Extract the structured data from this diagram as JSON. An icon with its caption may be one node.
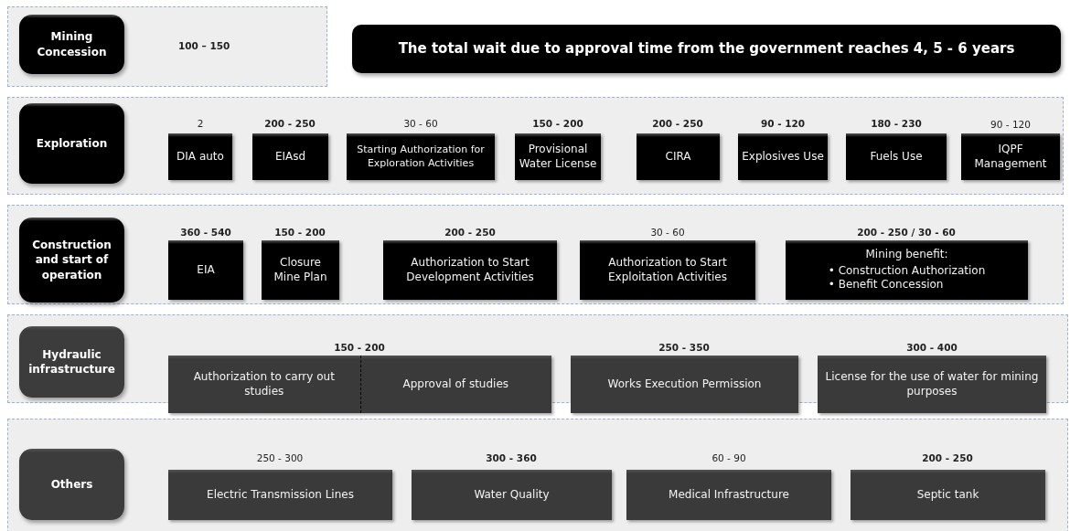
{
  "diagram": {
    "nodes": [
      {
        "text": [],
        "shape": "box"
      },
      {
        "text": [
          "Mining Concession"
        ],
        "in": 0
      },
      {
        "text": [
          "The total wait due to approval time from the government reaches 4, 5 - 6 years"
        ]
      },
      {
        "text": [],
        "shape": "box"
      },
      {
        "text": [
          "Exploration"
        ],
        "in": 3
      },
      {
        "text": [
          "DIA auto"
        ],
        "in": 3,
        "beside": [
          "2"
        ]
      },
      {
        "text": [
          "EIAsd"
        ],
        "in": 3,
        "beside": [
          "200 - 250"
        ]
      },
      {
        "text": [
          "Starting Authorization for Exploration Activities"
        ],
        "in": 3,
        "beside": [
          "30 - 60"
        ]
      },
      {
        "text": [
          "Provisional Water License"
        ],
        "in": 3,
        "beside": [
          "150 - 200"
        ]
      },
      {
        "text": [
          "CIRA"
        ],
        "in": 3,
        "beside": [
          "200 - 250"
        ]
      },
      {
        "text": [
          "Explosives Use"
        ],
        "in": 3,
        "beside": [
          "90 - 120"
        ]
      },
      {
        "text": [
          "Fuels Use"
        ],
        "in": 3,
        "beside": [
          "180 - 230"
        ]
      },
      {
        "text": [
          "IQPF Management"
        ],
        "in": 3,
        "beside": [
          "90 - 120"
        ]
      },
      {
        "text": [],
        "shape": "box"
      },
      {
        "text": [
          "Construction and start of operation"
        ],
        "in": 13
      },
      {
        "text": [
          "EIA"
        ],
        "in": 13,
        "beside": [
          "360 - 540"
        ]
      },
      {
        "text": [
          "Closure Mine Plan"
        ],
        "in": 13,
        "beside": [
          "150 - 200"
        ]
      },
      {
        "text": [
          "Authorization to Start Development Activities"
        ],
        "in": 13,
        "beside": [
          "200 - 250"
        ]
      },
      {
        "text": [
          "Authorization to Start Exploitation Activities"
        ],
        "in": 13,
        "beside": [
          "30 - 60"
        ]
      },
      {
        "text": [
          "Mining benefit:",
          "• Construction Authorization",
          "• Benefit Concession"
        ],
        "in": 13,
        "beside": [
          "200 - 250 / 30 - 60"
        ]
      },
      {
        "text": [],
        "shape": "box"
      },
      {
        "text": [
          "Hydraulic infrastructure"
        ],
        "in": 20
      },
      {
        "text": [
          "Authorization to carry out studies",
          "Approval of studies"
        ],
        "in": 20,
        "beside": [
          "150 - 200"
        ]
      },
      {
        "text": [
          "Works Execution Permission"
        ],
        "in": 20,
        "beside": [
          "250 - 350"
        ]
      },
      {
        "text": [
          "License for the use of water for mining purposes"
        ],
        "in": 20,
        "beside": [
          "300 - 400"
        ]
      },
      {
        "text": [],
        "shape": "box"
      },
      {
        "text": [
          "Others"
        ],
        "in": 25
      },
      {
        "text": [
          "Electric Transmission Lines"
        ],
        "in": 25,
        "beside": [
          "250 - 300"
        ]
      },
      {
        "text": [
          "Water Quality"
        ],
        "in": 25,
        "beside": [
          "300 - 360"
        ]
      },
      {
        "text": [
          "Medical Infrastructure"
        ],
        "in": 25,
        "beside": [
          "60 - 90"
        ]
      },
      {
        "text": [
          "Septic tank"
        ],
        "in": 25,
        "beside": [
          "200 - 250"
        ]
      }
    ],
    "edges": [],
    "labels": [
      "100 – 150"
    ]
  }
}
